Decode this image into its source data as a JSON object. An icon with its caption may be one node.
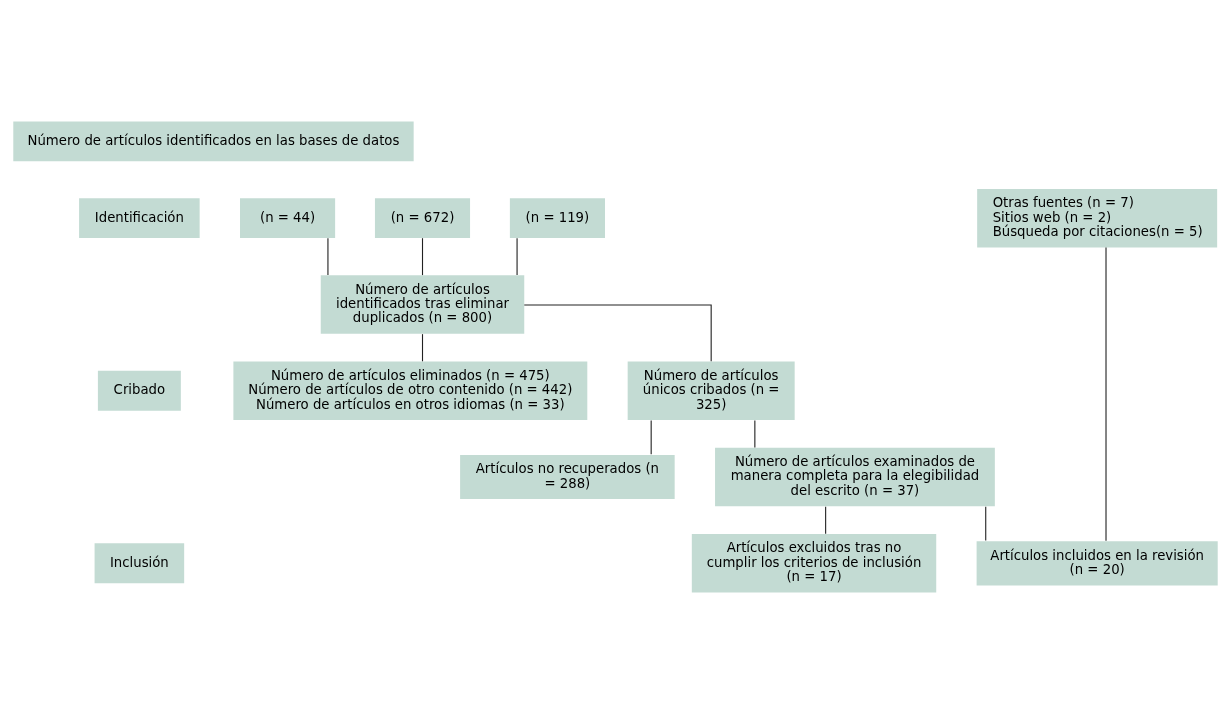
{
  "diagram": {
    "nodes": [
      {
        "text": [
          "Identificación"
        ]
      },
      {
        "text": [
          "Cribado"
        ]
      },
      {
        "text": [
          "Inclusión"
        ]
      },
      {
        "text": [
          "Número de artículos identificados en las bases de datos"
        ]
      },
      {
        "text": [
          "(n = 672)"
        ]
      },
      {
        "text": [
          "(n = 44)"
        ]
      },
      {
        "text": [
          "(n = 119)"
        ]
      },
      {
        "text": [
          "Otras fuentes (n = 7)",
          "Sitios web (n = 2)",
          "Búsqueda por citaciones(n = 5)"
        ]
      },
      {
        "text": [
          "Número de artículos identificados tras eliminar duplicados (n = 800)"
        ]
      },
      {
        "text": [
          "Número de artículos eliminados (n = 475)",
          "Número de artículos de otro contenido (n = 442)",
          "Número de artículos en otros idiomas (n = 33)"
        ]
      },
      {
        "text": [
          "Número de artículos únicos cribados (n = 325)"
        ]
      },
      {
        "text": [
          "Artículos no recuperados (n = 288)"
        ]
      },
      {
        "text": [
          "Número de artículos examinados de manera completa para la elegibilidad del escrito (n = 37)"
        ]
      },
      {
        "text": [
          "Artículos excluidos tras no cumplir los criterios de inclusión (n = 17)"
        ]
      },
      {
        "text": [
          "Artículos incluidos en la revisión (n = 20)"
        ]
      }
    ],
    "edges": [
      {
        "from": 4,
        "to": 8,
        "arrow": "none"
      },
      {
        "from": 5,
        "to": 8,
        "arrow": "none"
      },
      {
        "from": 6,
        "to": 8,
        "arrow": "none"
      },
      {
        "from": 8,
        "to": 10,
        "arrow": "none"
      },
      {
        "from": 8,
        "to": 9,
        "arrow": "none"
      },
      {
        "from": 10,
        "to": 12,
        "arrow": "none"
      },
      {
        "from": 10,
        "to": 11,
        "arrow": "none"
      },
      {
        "from": 12,
        "to": 14,
        "arrow": "none"
      },
      {
        "from": 12,
        "to": 13,
        "arrow": "none"
      },
      {
        "from": 7,
        "to": 14,
        "arrow": "none"
      }
    ]
  }
}
